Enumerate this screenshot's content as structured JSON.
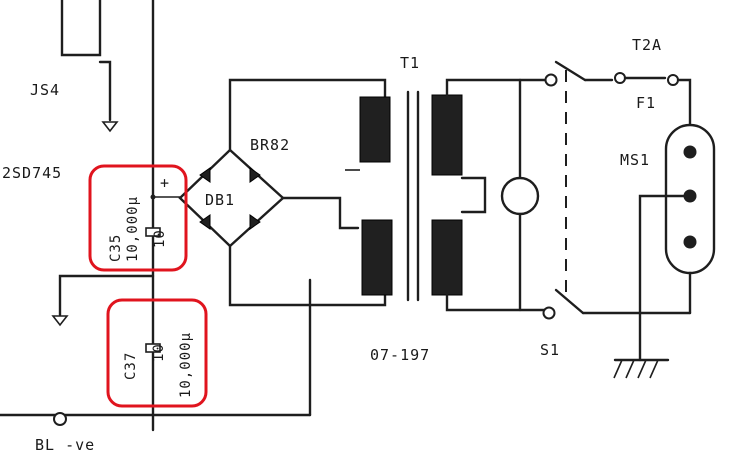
{
  "labels": {
    "connector": "JS4",
    "transistor": "2SD745",
    "bridge_ref": "BR82",
    "bridge": "DB1",
    "transformer": "T1",
    "transformer_part": "07-197",
    "fuse_rating": "T2A",
    "fuse": "F1",
    "mains_socket": "MS1",
    "switch": "S1",
    "c35_ref": "C35",
    "c35_value": "10,000µ",
    "c35_voltage": "10",
    "c37_ref": "C37",
    "c37_value": "10,000µ",
    "c37_voltage": "10",
    "plus_sign": "+",
    "battery_neg": "BL -ve"
  },
  "highlight_color": "#e0141e"
}
